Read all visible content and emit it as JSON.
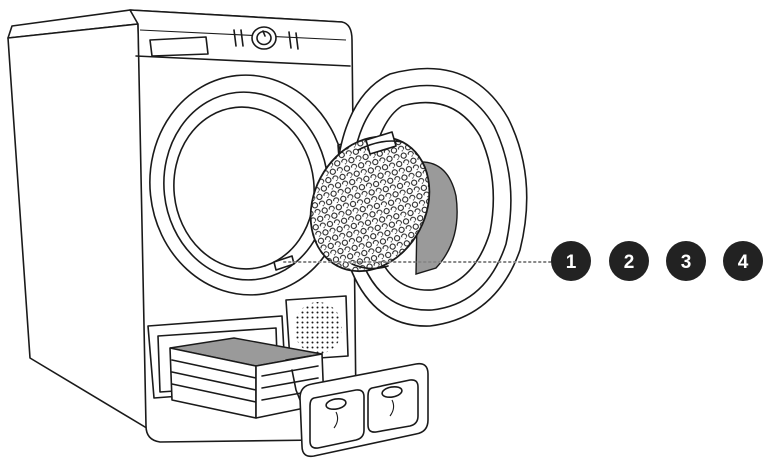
{
  "callouts": [
    "1",
    "2",
    "3",
    "4"
  ],
  "colors": {
    "line": "#1a1a1a",
    "callout_fill": "#222222",
    "callout_text": "#ffffff",
    "leader_dots": "#888888",
    "filter_shadow": "#9a9a9a",
    "background": "#ffffff"
  }
}
